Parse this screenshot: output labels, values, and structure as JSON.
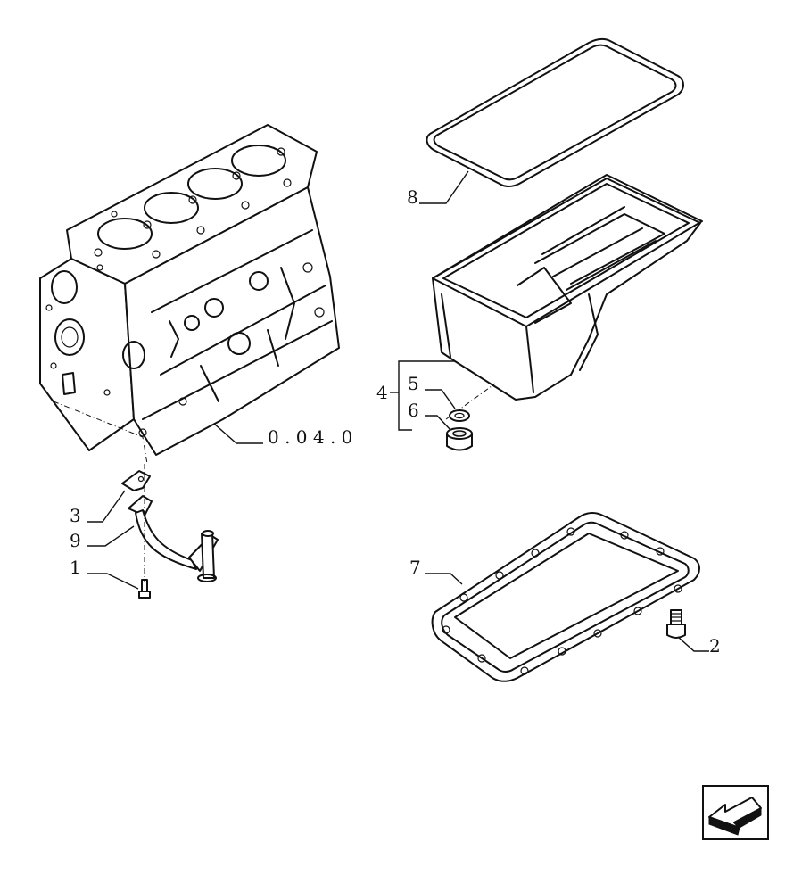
{
  "callouts": {
    "p1": "1",
    "p2": "2",
    "p3": "3",
    "p4": "4",
    "p5": "5",
    "p6": "6",
    "p7": "7",
    "p8": "8",
    "p9": "9",
    "engine_ref": "0 . 0 4 . 0"
  },
  "nav": {
    "icon": "back-arrow-icon"
  }
}
